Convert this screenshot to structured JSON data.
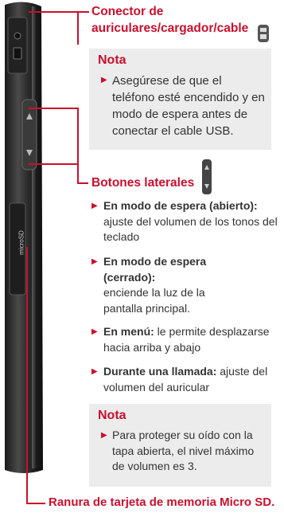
{
  "connector": {
    "title_line1": "Conector de",
    "title_line2": "auriculares/cargador/cable",
    "icon": "usb-cable-plug-icon"
  },
  "note1": {
    "heading": "Nota",
    "text": "Asegúrese de que el teléfono esté encendido y en modo de espera antes de conectar el cable USB."
  },
  "side_buttons": {
    "title": "Botones laterales",
    "icon": "side-keys-icon",
    "items": [
      {
        "bold": "En modo de espera (abierto):",
        "text": "ajuste del volumen de los tonos del teclado"
      },
      {
        "bold": "En modo de espera (cerrado):",
        "text": "enciende la luz de la pantalla principal."
      },
      {
        "bold": "En menú:",
        "text": "le permite desplazarse hacia arriba y abajo"
      },
      {
        "bold": "Durante una llamada:",
        "text": "ajuste del volumen del auricular"
      }
    ]
  },
  "note2": {
    "heading": "Nota",
    "text": "Para proteger su oído con la tapa abierta, el nivel máximo de volumen es 3."
  },
  "sd_slot": {
    "title": "Ranura de tarjeta de memoria Micro SD."
  },
  "phone_side_labels": {
    "slot_label": "microSD"
  }
}
